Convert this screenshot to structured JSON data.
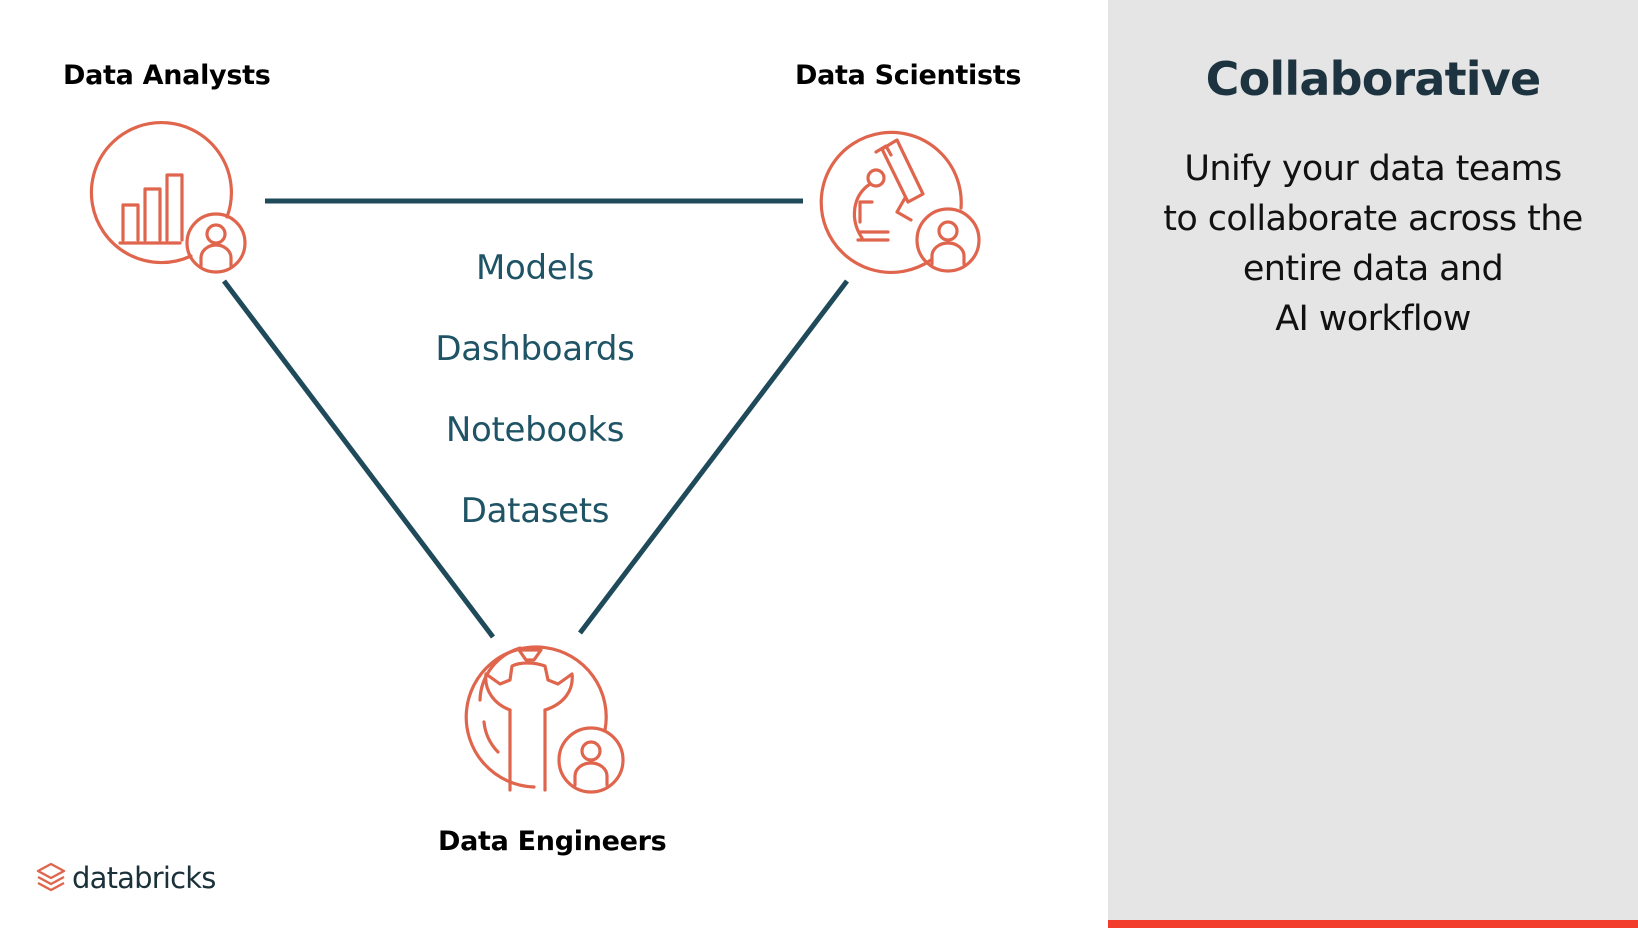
{
  "colors": {
    "accent": "#e0654d",
    "line": "#1f4a5a",
    "artifact_text": "#1f5466",
    "title_text": "#1d3440",
    "panel_bg": "#e5e5e5",
    "bar": "#f23d2c",
    "logo_text": "#1b3139"
  },
  "roles": {
    "analysts": "Data Analysts",
    "scientists": "Data Scientists",
    "engineers": "Data Engineers"
  },
  "artifacts": [
    "Models",
    "Dashboards",
    "Notebooks",
    "Datasets"
  ],
  "panel": {
    "title": "Collaborative",
    "description_lines": [
      "Unify your data teams",
      "to collaborate across the",
      "entire data and",
      "AI workflow"
    ]
  },
  "logo": {
    "text": "databricks",
    "icon": "databricks-logo-icon"
  },
  "icons": {
    "analysts": "bar-chart-user-icon",
    "scientists": "microscope-user-icon",
    "engineers": "gear-wrench-user-icon"
  }
}
